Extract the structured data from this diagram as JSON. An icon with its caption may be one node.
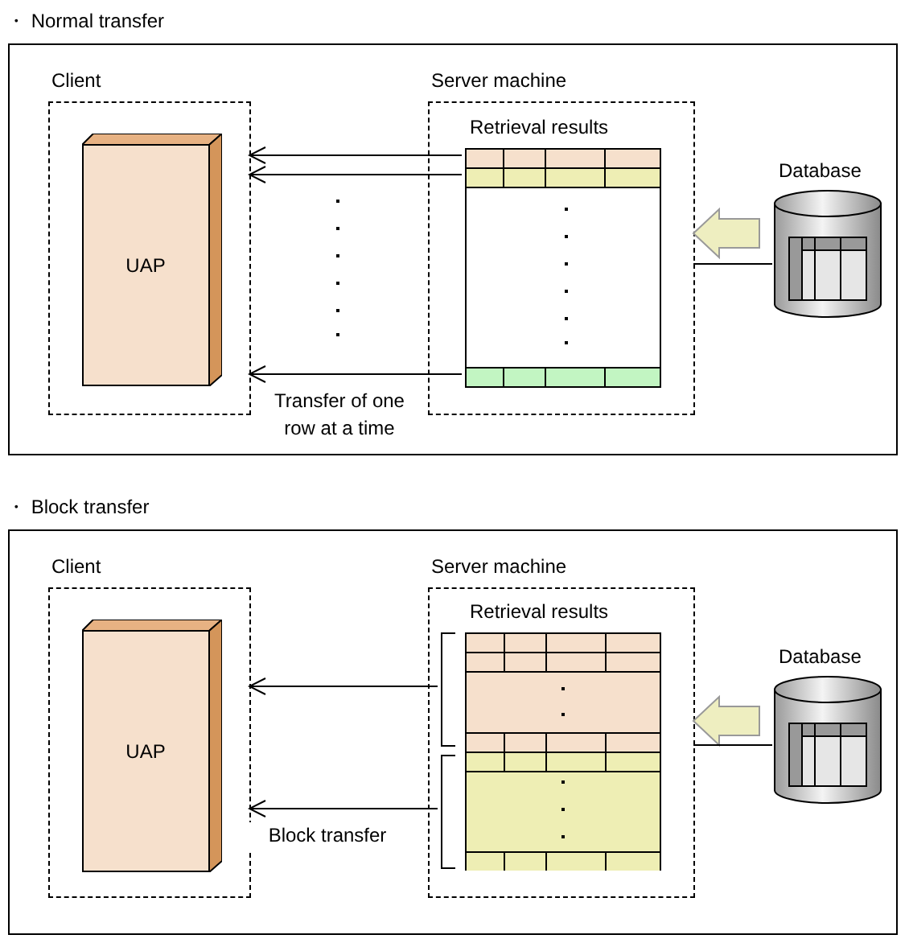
{
  "diagram": {
    "nodes": [
      {
        "text": [
          "・ Normal transfer"
        ]
      },
      {
        "text": [
          "Client"
        ],
        "in": 0
      },
      {
        "text": [
          "UAP"
        ],
        "in": 1
      },
      {
        "text": [
          "Server machine"
        ],
        "in": 0
      },
      {
        "text": [
          "Retrieval results"
        ],
        "in": 3
      },
      {
        "text": [],
        "shape": "bar",
        "in": 4
      },
      {
        "text": [],
        "shape": "bar",
        "in": 4
      },
      {
        "text": [],
        "shape": "bar",
        "in": 4
      },
      {
        "text": [
          "Database"
        ],
        "in": 0
      },
      {
        "text": [
          "・ Block transfer"
        ]
      },
      {
        "text": [
          "Client"
        ],
        "in": 9
      },
      {
        "text": [
          "UAP"
        ],
        "in": 10
      },
      {
        "text": [
          "Server machine"
        ],
        "in": 9
      },
      {
        "text": [
          "Retrieval results"
        ],
        "in": 12
      },
      {
        "text": [],
        "shape": "bracket",
        "in": 12
      },
      {
        "text": [],
        "shape": "bracket",
        "in": 12
      },
      {
        "text": [
          "Database"
        ],
        "in": 9
      }
    ],
    "edges": [
      {
        "from": 5,
        "to": 1,
        "arrow": "to"
      },
      {
        "from": 6,
        "to": 1,
        "arrow": "to"
      },
      {
        "from": 7,
        "to": 1,
        "arrow": "to",
        "label": "Transfer of one row at a time"
      },
      {
        "from": 8,
        "to": 3,
        "arrow": "to",
        "style": "thick",
        "color": "#eeeec0"
      },
      {
        "from": 8,
        "to": 3,
        "arrow": "none"
      },
      {
        "from": 14,
        "to": 10,
        "arrow": "to"
      },
      {
        "from": 15,
        "to": 10,
        "arrow": "to",
        "label": "Block transfer"
      },
      {
        "from": 16,
        "to": 12,
        "arrow": "to",
        "style": "thick",
        "color": "#eeeec0"
      },
      {
        "from": 16,
        "to": 12,
        "arrow": "none"
      }
    ]
  }
}
